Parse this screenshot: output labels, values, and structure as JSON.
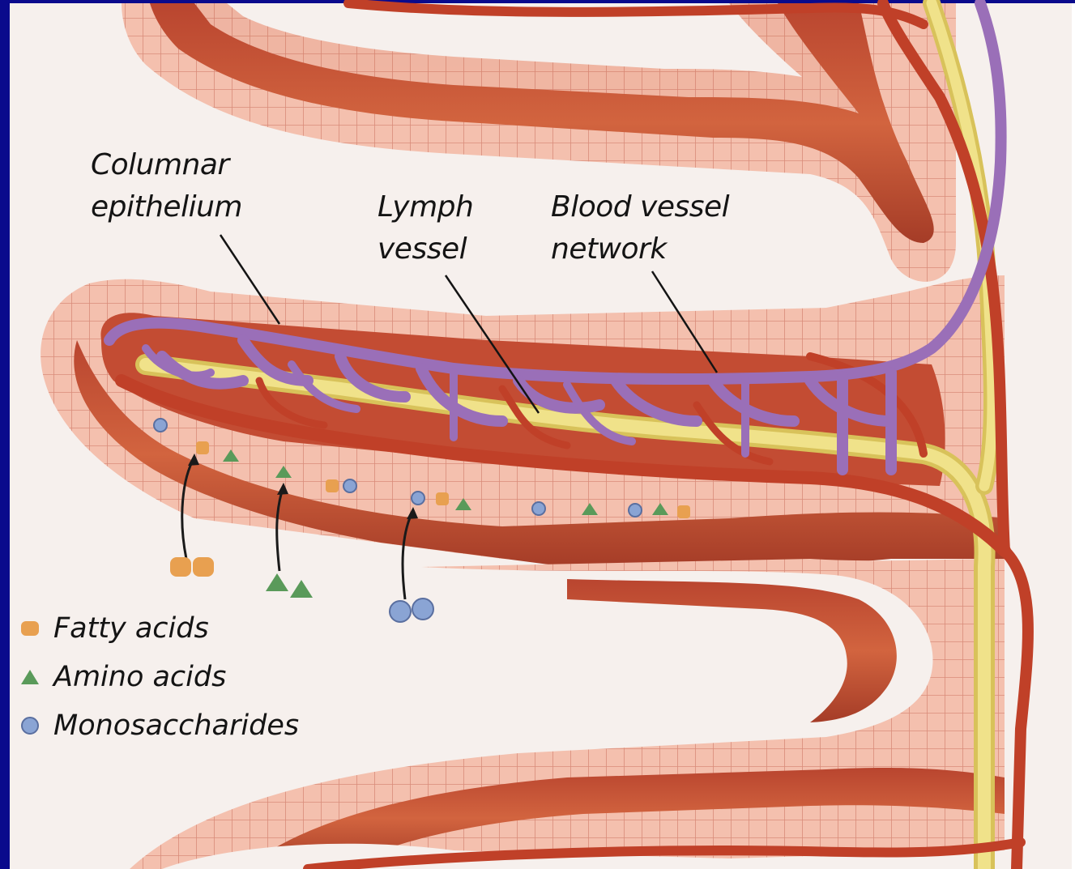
{
  "labels": {
    "columnar_epithelium": [
      "Columnar",
      "epithelium"
    ],
    "lymph_vessel": [
      "Lymph",
      "vessel"
    ],
    "blood_vessel_network": [
      "Blood vessel",
      "network"
    ]
  },
  "legend": {
    "fatty_acids": "Fatty acids",
    "amino_acids": "Amino acids",
    "monosaccharides": "Monosaccharides"
  },
  "colors": {
    "frame": "#0a0a8c",
    "background": "#f5efec",
    "epithelium": "#f2b8a6",
    "epithelium_grid": "#d98c7a",
    "muscle": "#c8533a",
    "muscle_dark": "#9c3a26",
    "blood_vessel": "#c84b32",
    "lymph_vessel": "#e8d86a",
    "vein": "#9a6fb8",
    "fatty_acid": "#e8a050",
    "amino_acid": "#5a9a5a",
    "monosaccharide": "#8aa4d4"
  }
}
